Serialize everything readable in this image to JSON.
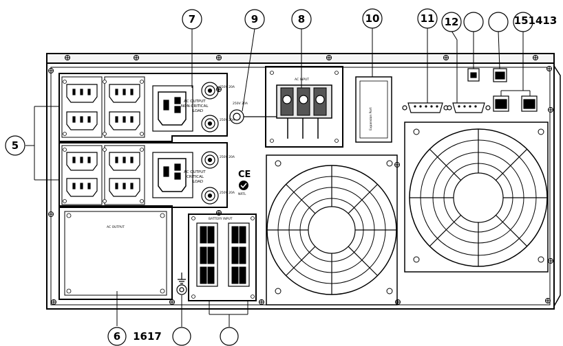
{
  "callouts": {
    "c7": "7",
    "c9": "9",
    "c8": "8",
    "c10": "10",
    "c11": "11",
    "c12": "12",
    "c151413": "151413",
    "c5": "5",
    "c6": "6",
    "c1617": "1617"
  },
  "labels": {
    "ac_input": "AC INPUT",
    "ac_output_top_line1": "AC OUTPUT",
    "ac_output_top_line2": "NON-CRITICAL",
    "ac_output_top_line3": "LOAD",
    "ac_output_bot_line1": "AC OUTPUT",
    "ac_output_bot_line2": "CRITICAL",
    "ac_output_bot_line3": "LOAD",
    "ac_output_plate": "AC OUTPUT",
    "battery_input": "BATTERY INPUT",
    "expansion_port": "Expansion Port",
    "breaker_label": "250V 20A",
    "ce_mark": "CE",
    "tuv_mark": "NRTL"
  },
  "colors": {
    "line": "#000000",
    "fill_light": "#f2f2f2",
    "fill_mid": "#d9d9d9",
    "fill_dark": "#9a9a9a"
  }
}
